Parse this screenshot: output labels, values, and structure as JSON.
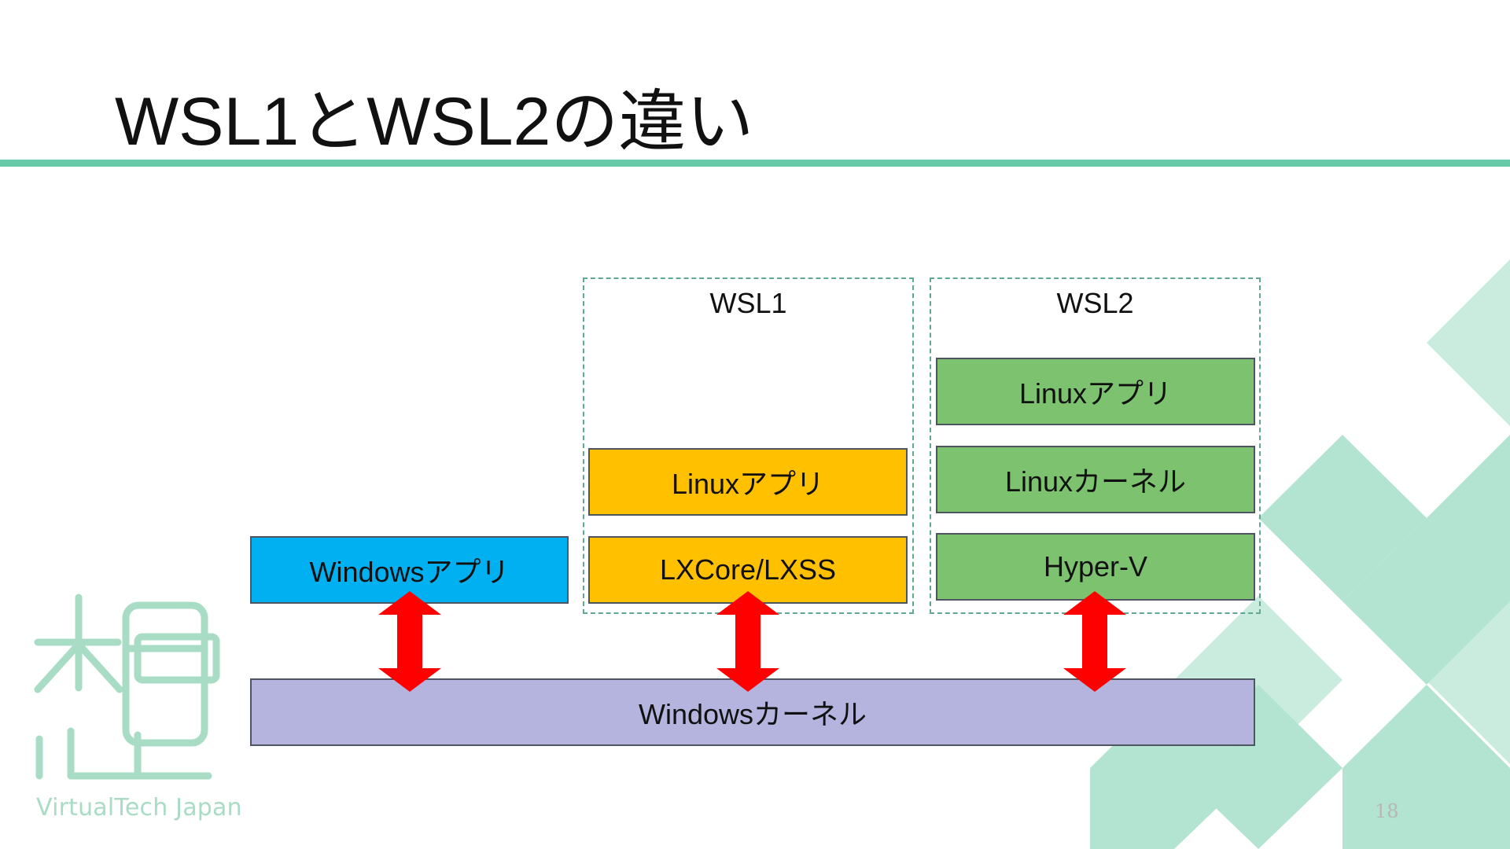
{
  "slide": {
    "title": "WSL1とWSL2の違い",
    "page_number": "18"
  },
  "diagram": {
    "groups": [
      {
        "id": "wsl1",
        "label": "WSL1"
      },
      {
        "id": "wsl2",
        "label": "WSL2"
      }
    ],
    "windows_app": "Windowsアプリ",
    "wsl1_linux_app": "Linuxアプリ",
    "wsl1_lxcore": "LXCore/LXSS",
    "wsl2_linux_app": "Linuxアプリ",
    "wsl2_linux_kernel": "Linuxカーネル",
    "wsl2_hyperv": "Hyper-V",
    "windows_kernel": "Windowsカーネル"
  },
  "colors": {
    "accent_rule": "#66c9a8",
    "windows_app": "#00b0f0",
    "wsl1_layer": "#ffc000",
    "wsl2_layer": "#7dc36f",
    "windows_kernel": "#b4b4df",
    "arrow": "#ff0000",
    "decor_light": "#c9ecdf",
    "decor_dark": "#b3e3d1"
  },
  "logo": {
    "text": "VirtualTech Japan",
    "icon": "virtualtech-logo-icon"
  }
}
